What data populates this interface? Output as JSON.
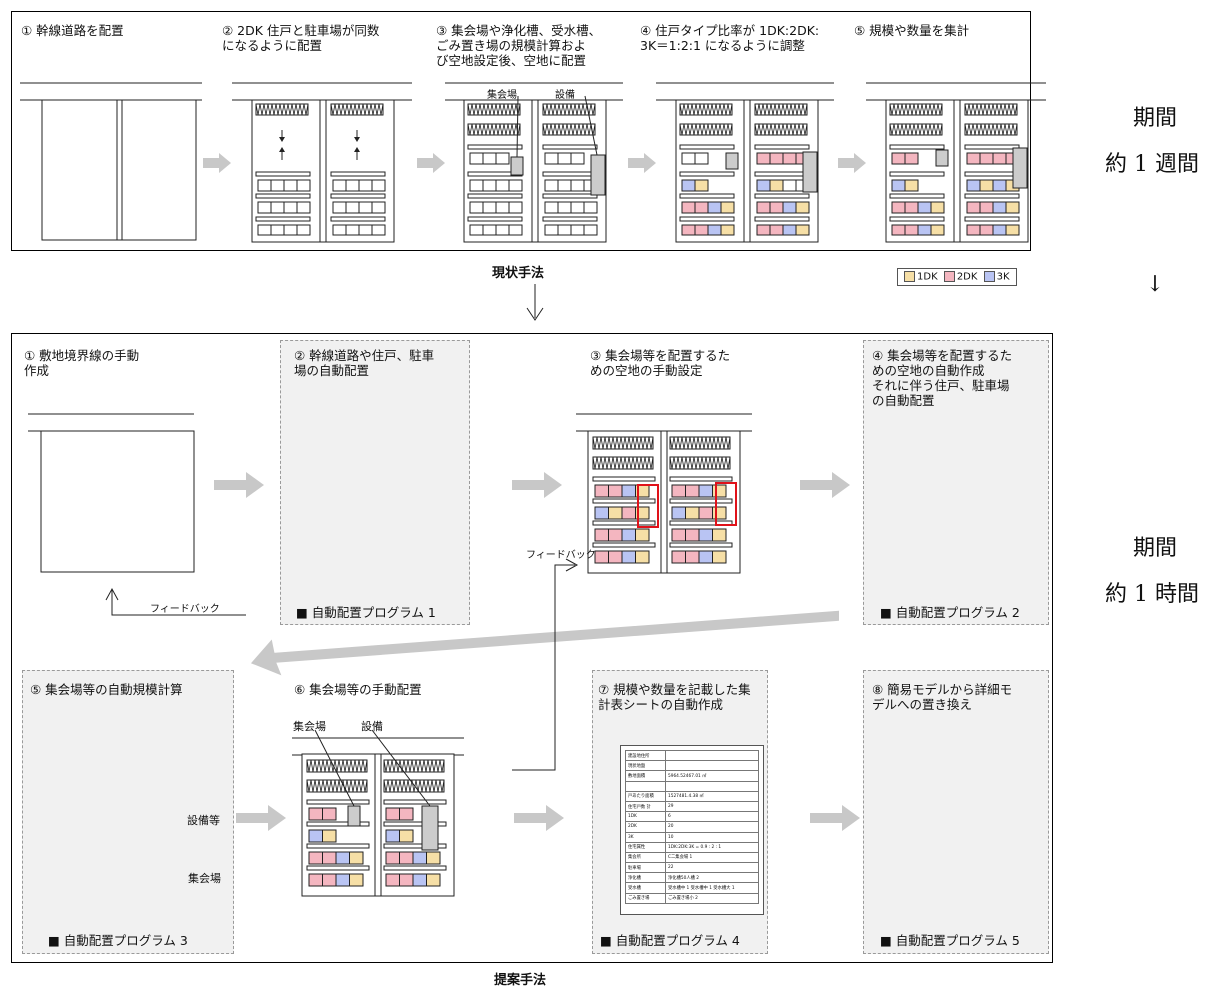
{
  "current": {
    "steps": [
      "① 幹線道路を配置",
      "② 2DK 住戸と駐車場が同数\nになるように配置",
      "③ 集会場や浄化槽、受水槽、\nごみ置き場の規模計算およ\nび空地設定後、空地に配置",
      "④ 住戸タイプ比率が 1DK:2DK:\n3K＝1:2:1 になるように調整",
      "⑤ 規模や数量を集計"
    ],
    "labels": {
      "meeting": "集会場",
      "equipment": "設備"
    },
    "caption": "現状手法",
    "legend": [
      "1DK",
      "2DK",
      "3K"
    ]
  },
  "right": {
    "period_label": "期間",
    "period_current": "約 1 週間",
    "period_proposed": "約 1 時間",
    "down_arrow": "↓"
  },
  "proposed": {
    "steps": [
      "① 敷地境界線の手動\n作成",
      "② 幹線道路や住戸、駐車\n場の自動配置",
      "③ 集会場等を配置するた\nめの空地の手動設定",
      "④ 集会場等を配置するた\nめの空地の自動作成\nそれに伴う住戸、駐車場\nの自動配置",
      "⑤ 集会場等の自動規模計算",
      "⑥ 集会場等の手動配置",
      "⑦ 規模や数量を記載した集\n計表シートの自動作成",
      "⑧ 簡易モデルから詳細モ\nデルへの置き換え"
    ],
    "programs": [
      "■ 自動配置プログラム 1",
      "■ 自動配置プログラム 2",
      "■ 自動配置プログラム 3",
      "■ 自動配置プログラム 4",
      "■ 自動配置プログラム 5"
    ],
    "feedback": "フィードバック",
    "labels": {
      "equipment_etc": "設備等",
      "meeting": "集会場",
      "meeting2": "集会場",
      "equipment2": "設備"
    },
    "sheet_rows": [
      [
        "建設地住所",
        ""
      ],
      [
        "現状地盤",
        ""
      ],
      [
        "敷地面積",
        "5964.52467.01 ㎡"
      ],
      [
        "",
        ""
      ],
      [
        "戸あたり面積",
        "1527481.4.38 ㎡"
      ],
      [
        "住宅戸数 計",
        "29"
      ],
      [
        "1DK",
        "6"
      ],
      [
        "2DK",
        "20"
      ],
      [
        "3K",
        "10"
      ],
      [
        "住宅属性",
        "1DK:2DK:3K = 0.9 : 2 : 1"
      ],
      [
        "集会所",
        "C二集会場 1"
      ],
      [
        "駐車場",
        "22"
      ],
      [
        "浄化槽",
        "浄化槽50人槽 2"
      ],
      [
        "受水槽",
        "受水槽中 1 受水槽中 1 受水槽大 1"
      ],
      [
        "ごみ置き場",
        "ごみ置き場小 2"
      ]
    ],
    "caption": "提案手法"
  },
  "colors": {
    "k1": "#f6dfa6",
    "k2": "#f4b6c0",
    "k3": "#b9c4f3",
    "arrow": "#c8c8c8",
    "red": "#e0121a"
  }
}
